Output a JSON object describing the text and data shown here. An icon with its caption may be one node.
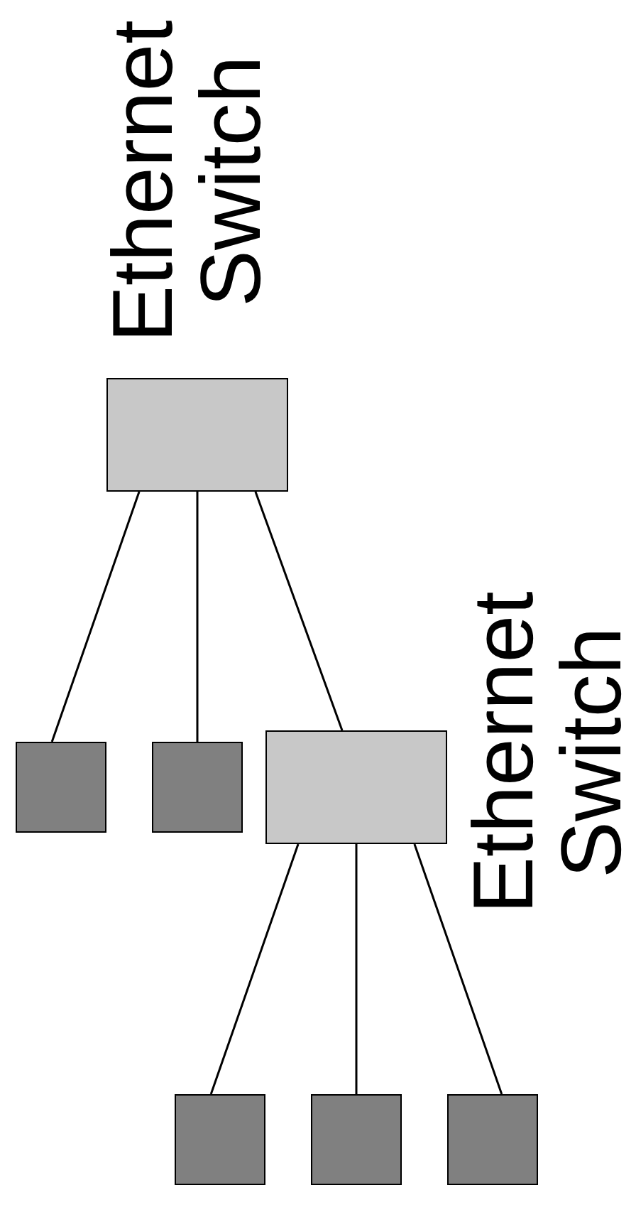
{
  "diagram": {
    "nodes": [
      {
        "text": [
          "Ethernet Switch"
        ]
      },
      {
        "text": [],
        "shape": "box"
      },
      {
        "text": [],
        "shape": "box"
      },
      {
        "text": [
          "Ethernet Switch"
        ]
      },
      {
        "text": [],
        "shape": "box"
      },
      {
        "text": [],
        "shape": "box"
      },
      {
        "text": [],
        "shape": "box"
      }
    ],
    "edges": [
      {
        "from": 0,
        "to": 1,
        "arrow": "none"
      },
      {
        "from": 0,
        "to": 2,
        "arrow": "none"
      },
      {
        "from": 0,
        "to": 3,
        "arrow": "none"
      },
      {
        "from": 3,
        "to": 4,
        "arrow": "none"
      },
      {
        "from": 3,
        "to": 5,
        "arrow": "none"
      },
      {
        "from": 3,
        "to": 6,
        "arrow": "none"
      }
    ]
  }
}
